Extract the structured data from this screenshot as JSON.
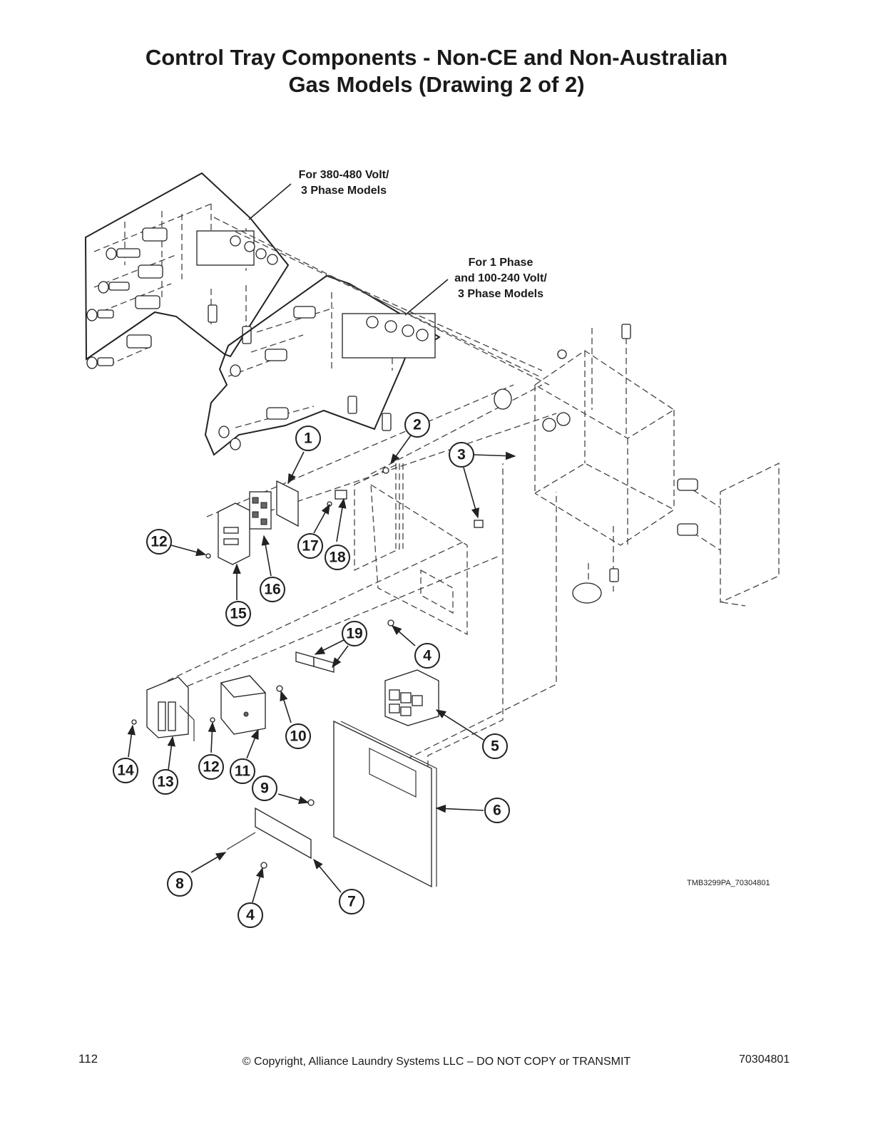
{
  "page": {
    "title_line1": "Control Tray Components - Non-CE and Non-Australian",
    "title_line2": "Gas Models (Drawing 2 of 2)",
    "page_number": "112",
    "copyright": "© Copyright, Alliance Laundry Systems LLC – DO NOT COPY or TRANSMIT",
    "document_number": "70304801"
  },
  "diagram": {
    "note_380_line1": "For 380-480 Volt/",
    "note_380_line2": "3 Phase Models",
    "note_1ph_line1": "For 1 Phase",
    "note_1ph_line2": "and 100-240 Volt/",
    "note_1ph_line3": "3 Phase Models",
    "drawing_id": "TMB3299PA_70304801",
    "callouts": {
      "c1": "1",
      "c2": "2",
      "c3": "3",
      "c4a": "4",
      "c4b": "4",
      "c5": "5",
      "c6": "6",
      "c7": "7",
      "c8": "8",
      "c9": "9",
      "c10": "10",
      "c11": "11",
      "c12a": "12",
      "c12b": "12",
      "c13": "13",
      "c14": "14",
      "c15": "15",
      "c16": "16",
      "c17": "17",
      "c18": "18",
      "c19": "19"
    }
  }
}
